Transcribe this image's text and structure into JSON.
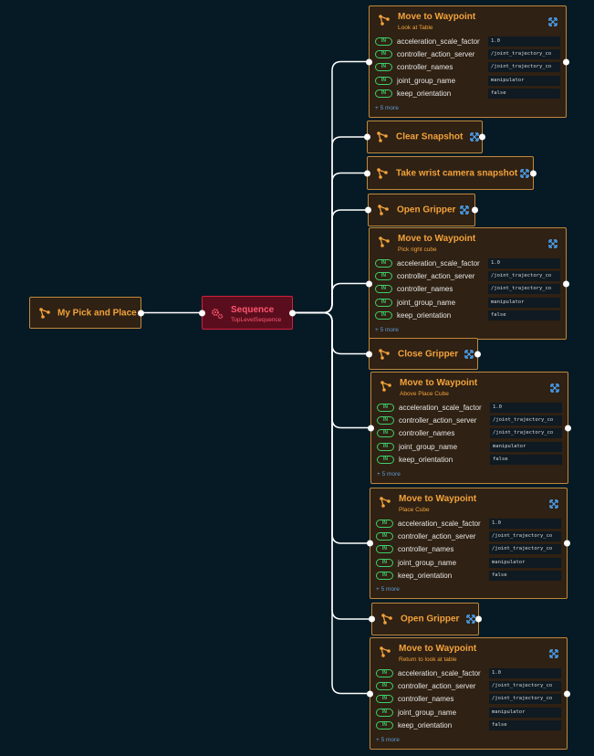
{
  "root": {
    "label": "My Pick and Place",
    "icon": "tree-icon"
  },
  "sequence": {
    "label": "Sequence",
    "subtitle": "TopLevelSequence",
    "icon": "gears-icon"
  },
  "more_label": "+ 5 more",
  "port_badge": "IN",
  "nodes": [
    {
      "label": "Move to Waypoint",
      "subtitle": "Look at Table",
      "ports": [
        {
          "name": "acceleration_scale_factor",
          "value": "1.0"
        },
        {
          "name": "controller_action_server",
          "value": "/joint_trajectory_co"
        },
        {
          "name": "controller_names",
          "value": "/joint_trajectory_co"
        },
        {
          "name": "joint_group_name",
          "value": "manipulator"
        },
        {
          "name": "keep_orientation",
          "value": "false"
        }
      ]
    },
    {
      "label": "Clear Snapshot"
    },
    {
      "label": "Take wrist camera snapshot"
    },
    {
      "label": "Open Gripper"
    },
    {
      "label": "Move to Waypoint",
      "subtitle": "Pick right cube",
      "ports": [
        {
          "name": "acceleration_scale_factor",
          "value": "1.0"
        },
        {
          "name": "controller_action_server",
          "value": "/joint_trajectory_co"
        },
        {
          "name": "controller_names",
          "value": "/joint_trajectory_co"
        },
        {
          "name": "joint_group_name",
          "value": "manipulator"
        },
        {
          "name": "keep_orientation",
          "value": "false"
        }
      ]
    },
    {
      "label": "Close Gripper"
    },
    {
      "label": "Move to Waypoint",
      "subtitle": "Above Place Cube",
      "ports": [
        {
          "name": "acceleration_scale_factor",
          "value": "1.0"
        },
        {
          "name": "controller_action_server",
          "value": "/joint_trajectory_co"
        },
        {
          "name": "controller_names",
          "value": "/joint_trajectory_co"
        },
        {
          "name": "joint_group_name",
          "value": "manipulator"
        },
        {
          "name": "keep_orientation",
          "value": "false"
        }
      ]
    },
    {
      "label": "Move to Waypoint",
      "subtitle": "Place Cube",
      "ports": [
        {
          "name": "acceleration_scale_factor",
          "value": "1.0"
        },
        {
          "name": "controller_action_server",
          "value": "/joint_trajectory_co"
        },
        {
          "name": "controller_names",
          "value": "/joint_trajectory_co"
        },
        {
          "name": "joint_group_name",
          "value": "manipulator"
        },
        {
          "name": "keep_orientation",
          "value": "false"
        }
      ]
    },
    {
      "label": "Open Gripper"
    },
    {
      "label": "Move to Waypoint",
      "subtitle": "Return to look at table",
      "ports": [
        {
          "name": "acceleration_scale_factor",
          "value": "1.0"
        },
        {
          "name": "controller_action_server",
          "value": "/joint_trajectory_co"
        },
        {
          "name": "controller_names",
          "value": "/joint_trajectory_co"
        },
        {
          "name": "joint_group_name",
          "value": "manipulator"
        },
        {
          "name": "keep_orientation",
          "value": "false"
        }
      ]
    }
  ],
  "colors": {
    "background": "#051a24",
    "node_fill": "#2f2113",
    "node_border": "#c0883d",
    "title": "#f2a23c",
    "sequence_fill": "#5a0e1d",
    "sequence_border": "#d21e3d",
    "port_badge": "#3fcf6a",
    "more_link": "#5d9bd8",
    "expand_icon": "#4aa8ff"
  }
}
